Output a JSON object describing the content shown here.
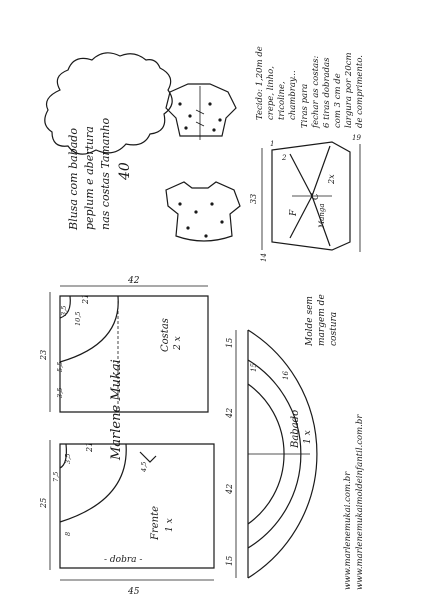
{
  "title": {
    "lines": [
      "Blusa com babado",
      "peplum e abertura",
      "nas costas Tamanho",
      "40"
    ]
  },
  "fabric_note": {
    "lines": [
      "Tecido: 1,20m de",
      "crepe, linho,",
      "tricoline,",
      "chambray..."
    ]
  },
  "ties_note": {
    "lines": [
      "Tiras para",
      "fechar as costas:",
      "6 tiras dobradas",
      "com 3 cm de",
      "largura por 20cm",
      "de comprimento."
    ]
  },
  "mold_note": {
    "lines": [
      "Molde sem",
      "margem de",
      "costura"
    ]
  },
  "sleeve": {
    "labels": {
      "front": "F",
      "center": "C",
      "back": "2x",
      "lower": "Manga"
    },
    "measures": {
      "top": "1",
      "left": "2",
      "right": "19",
      "width": "33",
      "side": "14"
    }
  },
  "costas": {
    "label": "Costas",
    "count": "2 x",
    "measures": {
      "width": "42",
      "shoulder": "21",
      "neck_drop": "3,5",
      "neck_w": "10,5",
      "side": "3,5",
      "half_bust": "23",
      "armhole": "5,5"
    }
  },
  "frente": {
    "label": "Frente",
    "count": "1 x",
    "fold": "- dobra -",
    "measures": {
      "width": "45",
      "shoulder": "21",
      "neck_drop": "3,5",
      "neck_w": "7,5",
      "half_bust": "25",
      "armhole": "8",
      "detail": "4,5"
    }
  },
  "babado": {
    "label": "Babado",
    "count": "1 x",
    "measures": {
      "r_top": "15",
      "r_mid": "42",
      "r_bottom": "15",
      "span": "42",
      "inner": "15",
      "arc": "16"
    }
  },
  "signature": "Marlene Mukai",
  "urls": [
    "www.marlenemukai.com.br",
    "www.marlenemukaimoldeinfantil.com.br"
  ]
}
